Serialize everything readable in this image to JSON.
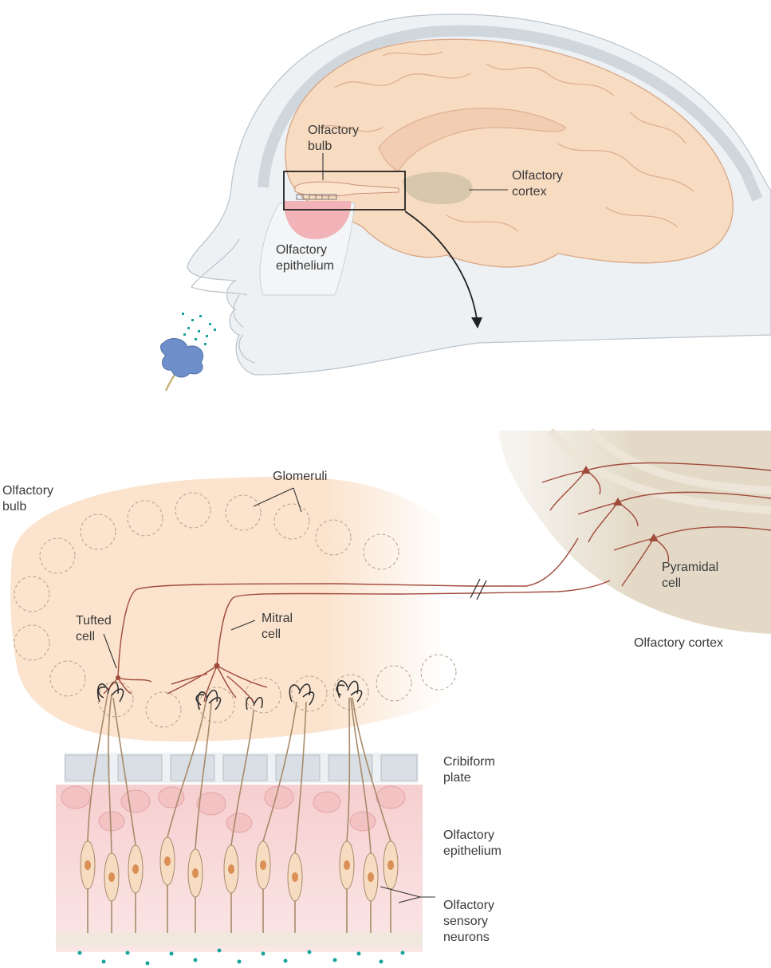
{
  "labels": {
    "top_bulb_1": "Olfactory",
    "top_bulb_2": "bulb",
    "top_cortex_1": "Olfactory",
    "top_cortex_2": "cortex",
    "top_epith_1": "Olfactory",
    "top_epith_2": "epithelium",
    "bulb_1": "Olfactory",
    "bulb_2": "bulb",
    "glomeruli": "Glomeruli",
    "tufted_1": "Tufted",
    "tufted_2": "cell",
    "mitral_1": "Mitral",
    "mitral_2": "cell",
    "pyramidal_1": "Pyramidal",
    "pyramidal_2": "cell",
    "cortex": "Olfactory cortex",
    "cribriform_1": "Cribiform",
    "cribriform_2": "plate",
    "epith_1": "Olfactory",
    "epith_2": "epithelium",
    "osn_1": "Olfactory",
    "osn_2": "sensory",
    "osn_3": "neurons"
  },
  "colors": {
    "brain": "#f8dcc2",
    "brain_outline": "#d9a98a",
    "bulb_fill": "#fbe3cd",
    "cortex_region": "#d6c7ad",
    "epithelium_pink": "#f1b3b8",
    "neuron": "#a04a3c",
    "odorant": "#1aa39a",
    "flower": "#6e8fc9",
    "skull": "#dfe5ea"
  }
}
